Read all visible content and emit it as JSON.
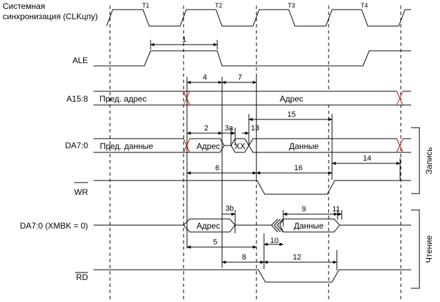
{
  "signals": {
    "clk_line1": "Системная",
    "clk_line2": "синхронизация (CLKцпу)",
    "ale": "ALE",
    "addr_hi": "A15:8",
    "da_write": "DA7:0",
    "wr": "WR",
    "da_read": "DA7:0 (XMBK = 0)",
    "rd": "RD"
  },
  "clock_phases": [
    "T1",
    "T2",
    "T3",
    "T4"
  ],
  "bus_values": {
    "prev_address": "Пред. адрес",
    "address": "Адрес",
    "prev_data": "Пред. данные",
    "undefined": "XX",
    "data": "Данные"
  },
  "timing_params": [
    "1",
    "2",
    "3a",
    "3b",
    "4",
    "5",
    "6",
    "7",
    "8",
    "9",
    "10",
    "11",
    "12",
    "13",
    "14",
    "15",
    "16"
  ],
  "groups": {
    "write": "Запись",
    "read": "Чтение"
  }
}
